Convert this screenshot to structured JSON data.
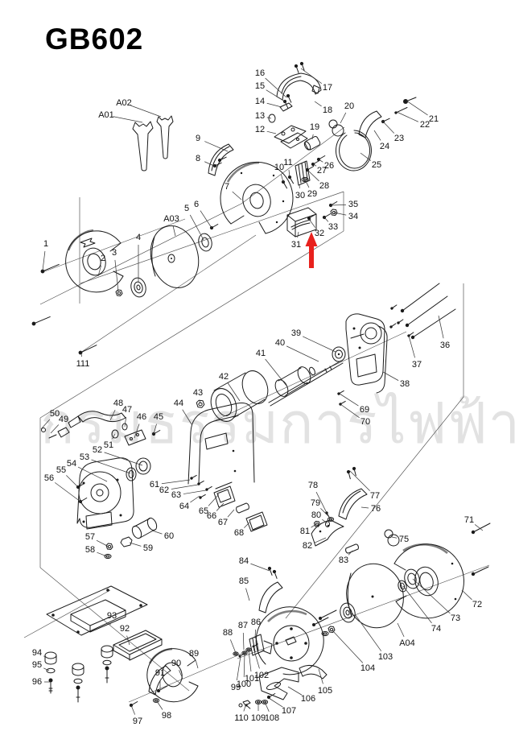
{
  "title": "GB602",
  "watermark": "กรมธรรมการไฟฟ้า",
  "arrow": {
    "color": "#e8211d",
    "points_to_part": "31"
  },
  "diagram": {
    "ink": "#1a1a1a",
    "label_color": "#101010",
    "leader_color": "#3a3a3a",
    "parts_format": [
      "id",
      "label_x",
      "label_y",
      "target_x",
      "target_y"
    ],
    "parts": [
      [
        "A01",
        132,
        143,
        177,
        152
      ],
      [
        "A02",
        154,
        128,
        200,
        145
      ],
      [
        "1",
        57,
        303,
        53,
        336
      ],
      [
        "2",
        128,
        321,
        122,
        343
      ],
      [
        "3",
        142,
        314,
        147,
        362
      ],
      [
        "4",
        172,
        295,
        172,
        351
      ],
      [
        "A03",
        213,
        272,
        218,
        293
      ],
      [
        "5",
        232,
        259,
        253,
        298
      ],
      [
        "6",
        244,
        254,
        263,
        283
      ],
      [
        "7",
        282,
        232,
        300,
        248
      ],
      [
        "8",
        246,
        197,
        268,
        207
      ],
      [
        "9",
        246,
        172,
        283,
        188
      ],
      [
        "10",
        347,
        208,
        352,
        226
      ],
      [
        "11",
        358,
        202,
        360,
        220
      ],
      [
        "12",
        323,
        161,
        343,
        166
      ],
      [
        "13",
        323,
        144,
        337,
        147
      ],
      [
        "14",
        323,
        126,
        350,
        133
      ],
      [
        "15",
        323,
        107,
        354,
        126
      ],
      [
        "16",
        323,
        91,
        356,
        121
      ],
      [
        "17",
        407,
        109,
        374,
        85
      ],
      [
        "18",
        407,
        137,
        391,
        126
      ],
      [
        "19",
        391,
        158,
        388,
        173
      ],
      [
        "20",
        434,
        132,
        423,
        153
      ],
      [
        "21",
        539,
        148,
        505,
        125
      ],
      [
        "22",
        528,
        155,
        493,
        139
      ],
      [
        "23",
        496,
        172,
        475,
        150
      ],
      [
        "24",
        478,
        182,
        465,
        162
      ],
      [
        "25",
        468,
        205,
        448,
        190
      ],
      [
        "26",
        409,
        206,
        396,
        198
      ],
      [
        "27",
        400,
        212,
        389,
        203
      ],
      [
        "28",
        403,
        231,
        382,
        211
      ],
      [
        "29",
        388,
        241,
        379,
        223
      ],
      [
        "30",
        373,
        243,
        372,
        229
      ],
      [
        "31",
        368,
        304,
        371,
        288
      ],
      [
        "32",
        397,
        290,
        384,
        272
      ],
      [
        "33",
        414,
        282,
        403,
        270
      ],
      [
        "34",
        439,
        269,
        415,
        264
      ],
      [
        "35",
        439,
        254,
        411,
        255
      ],
      [
        "36",
        553,
        429,
        545,
        392
      ],
      [
        "37",
        518,
        453,
        508,
        417
      ],
      [
        "38",
        503,
        477,
        476,
        462
      ],
      [
        "39",
        368,
        414,
        417,
        437
      ],
      [
        "40",
        348,
        426,
        396,
        449
      ],
      [
        "41",
        324,
        439,
        356,
        479
      ],
      [
        "42",
        278,
        468,
        298,
        498
      ],
      [
        "43",
        246,
        488,
        249,
        501
      ],
      [
        "44",
        222,
        501,
        238,
        527
      ],
      [
        "45",
        197,
        518,
        191,
        539
      ],
      [
        "46",
        176,
        518,
        167,
        544
      ],
      [
        "47",
        158,
        509,
        155,
        530
      ],
      [
        "48",
        147,
        501,
        137,
        522
      ],
      [
        "49",
        79,
        521,
        63,
        538
      ],
      [
        "50",
        68,
        514,
        51,
        533
      ],
      [
        "51",
        135,
        553,
        143,
        539
      ],
      [
        "52",
        121,
        559,
        177,
        578
      ],
      [
        "53",
        105,
        568,
        162,
        588
      ],
      [
        "54",
        89,
        576,
        133,
        598
      ],
      [
        "55",
        76,
        584,
        97,
        605
      ],
      [
        "56",
        61,
        594,
        100,
        623
      ],
      [
        "57",
        112,
        667,
        135,
        679
      ],
      [
        "58",
        112,
        683,
        133,
        691
      ],
      [
        "59",
        184,
        681,
        161,
        674
      ],
      [
        "60",
        210,
        666,
        189,
        659
      ],
      [
        "61",
        192,
        602,
        236,
        596
      ],
      [
        "62",
        204,
        609,
        246,
        602
      ],
      [
        "63",
        219,
        615,
        256,
        609
      ],
      [
        "64",
        229,
        629,
        248,
        616
      ],
      [
        "65",
        253,
        635,
        272,
        614
      ],
      [
        "66",
        263,
        641,
        278,
        625
      ],
      [
        "67",
        277,
        649,
        291,
        633
      ],
      [
        "68",
        297,
        662,
        310,
        649
      ],
      [
        "69",
        453,
        509,
        422,
        489
      ],
      [
        "70",
        454,
        524,
        423,
        502
      ],
      [
        "71",
        583,
        646,
        600,
        659
      ],
      [
        "72",
        593,
        751,
        574,
        733
      ],
      [
        "73",
        566,
        768,
        513,
        719
      ],
      [
        "74",
        542,
        781,
        501,
        728
      ],
      [
        "75",
        502,
        670,
        487,
        667
      ],
      [
        "76",
        467,
        632,
        449,
        630
      ],
      [
        "77",
        466,
        616,
        435,
        585
      ],
      [
        "78",
        389,
        603,
        406,
        637
      ],
      [
        "79",
        392,
        625,
        411,
        644
      ],
      [
        "80",
        393,
        640,
        407,
        650
      ],
      [
        "81",
        379,
        660,
        393,
        651
      ],
      [
        "82",
        382,
        678,
        405,
        668
      ],
      [
        "83",
        427,
        696,
        438,
        684
      ],
      [
        "84",
        303,
        697,
        335,
        709
      ],
      [
        "85",
        303,
        722,
        310,
        746
      ],
      [
        "86",
        318,
        773,
        317,
        793
      ],
      [
        "87",
        302,
        777,
        303,
        807
      ],
      [
        "88",
        283,
        786,
        293,
        811
      ],
      [
        "89",
        241,
        812,
        246,
        830
      ],
      [
        "90",
        219,
        824,
        227,
        843
      ],
      [
        "91",
        199,
        836,
        199,
        856
      ],
      [
        "92",
        155,
        781,
        161,
        801
      ],
      [
        "93",
        139,
        765,
        137,
        776
      ],
      [
        "94",
        46,
        811,
        61,
        818
      ],
      [
        "95",
        46,
        826,
        61,
        833
      ],
      [
        "96",
        46,
        847,
        62,
        847
      ],
      [
        "97",
        171,
        896,
        163,
        876
      ],
      [
        "98",
        207,
        889,
        195,
        871
      ],
      [
        "99",
        293,
        854,
        299,
        815
      ],
      [
        "100",
        303,
        850,
        304,
        811
      ],
      [
        "101",
        313,
        843,
        309,
        808
      ],
      [
        "102",
        325,
        839,
        315,
        805
      ],
      [
        "103",
        479,
        816,
        441,
        763
      ],
      [
        "104",
        457,
        830,
        413,
        783
      ],
      [
        "A04",
        506,
        799,
        494,
        774
      ],
      [
        "105",
        404,
        858,
        396,
        831
      ],
      [
        "106",
        383,
        868,
        358,
        853
      ],
      [
        "107",
        359,
        883,
        334,
        867
      ],
      [
        "108",
        338,
        892,
        329,
        872
      ],
      [
        "109",
        321,
        892,
        321,
        872
      ],
      [
        "110",
        300,
        892,
        306,
        874
      ],
      [
        "111",
        103,
        452,
        101,
        439
      ]
    ]
  }
}
